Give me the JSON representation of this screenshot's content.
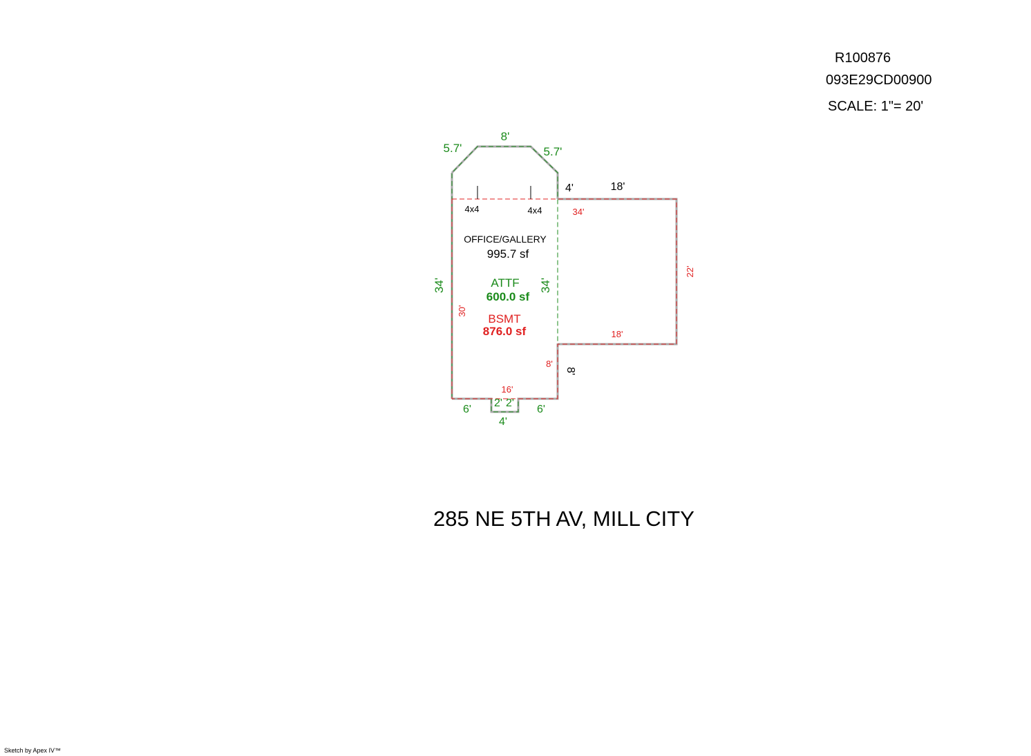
{
  "header": {
    "account": "R100876",
    "map_tax_lot": "093E29CD00900",
    "scale": "SCALE: 1\"= 20'"
  },
  "colors": {
    "green": "#1a8a1a",
    "red": "#e02020",
    "gray": "#a8a8a8",
    "black": "#000000"
  },
  "areas": {
    "office": {
      "label": "OFFICE/GALLERY",
      "sf": "995.7 sf"
    },
    "attf": {
      "label": "ATTF",
      "sf": "600.0 sf"
    },
    "bsmt": {
      "label": "BSMT",
      "sf": "876.0 sf"
    }
  },
  "posts": [
    "4x4",
    "4x4"
  ],
  "dims": {
    "top_8": "8'",
    "top_left_diag": "5.7'",
    "top_right_diag": "5.7'",
    "small_4": "4'",
    "annex_top": "18'",
    "annex_top_red": "34'",
    "left_34": "34'",
    "inner_34": "34'",
    "left_30_red": "30'",
    "right_22_red": "22'",
    "annex_bottom_red": "18'",
    "notch_8_red": "8'",
    "notch_8": "8'",
    "bottom_16_red": "16'",
    "bottom_left_6": "6'",
    "bottom_right_6": "6'",
    "bump_2a": "2'",
    "bump_2b": "2'",
    "bump_4": "4'"
  },
  "address": "285 NE 5TH AV, MILL CITY",
  "footer": "Sketch by Apex IV™"
}
